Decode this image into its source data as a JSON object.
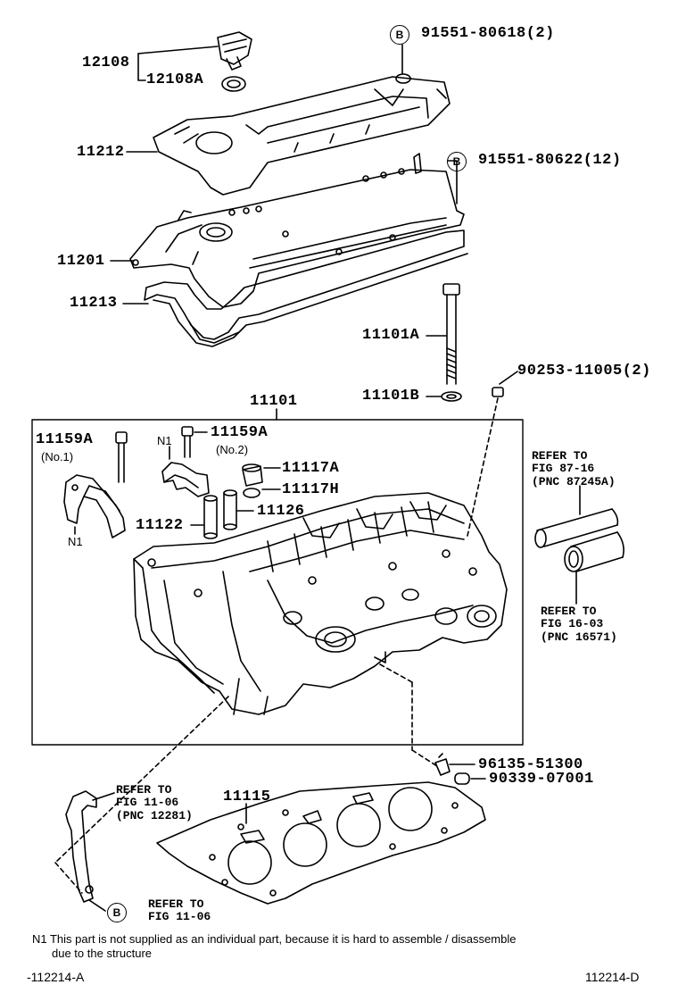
{
  "labels": {
    "p12108": "12108",
    "p12108a": "12108A",
    "p11212": "11212",
    "p11201": "11201",
    "p11213": "11213",
    "p11101a": "11101A",
    "p11101b": "11101B",
    "p11101": "11101",
    "p11159a_1": "11159A",
    "p11159a_1_sub": "(No.1)",
    "p11159a_2": "11159A",
    "p11159a_2_sub": "(No.2)",
    "n1_top": "N1",
    "n1_left": "N1",
    "p11117a": "11117A",
    "p11117h": "11117H",
    "p11122": "11122",
    "p11126": "11126",
    "p11115": "11115",
    "bolt1": "91551-80618(2)",
    "bolt2": "91551-80622(12)",
    "p90253": "90253-11005(2)",
    "p96135": "96135-51300",
    "p90339": "90339-07001"
  },
  "badges": {
    "b1": "B",
    "b2": "B",
    "b3": "B"
  },
  "refs": {
    "r1": {
      "line1": "REFER TO",
      "line2": "FIG 87-16",
      "line3": "(PNC 87245A)"
    },
    "r2": {
      "line1": "REFER TO",
      "line2": "FIG 16-03",
      "line3": "(PNC 16571)"
    },
    "r3": {
      "line1": "REFER TO",
      "line2": "FIG 11-06",
      "line3": "(PNC 12281)"
    },
    "r4": {
      "line1": "REFER TO",
      "line2": "FIG 11-06"
    }
  },
  "note": {
    "line1": "N1  This part is not supplied as an individual part, because it is hard to assemble / disassemble",
    "line2": "due to the structure"
  },
  "footer": {
    "left": "-112214-A",
    "right": "112214-D"
  }
}
